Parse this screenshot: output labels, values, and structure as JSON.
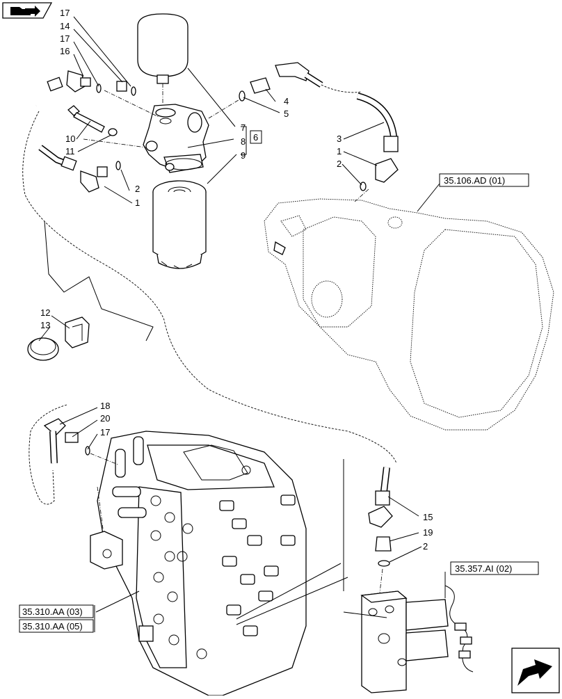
{
  "callouts": {
    "c17a": "17",
    "c14": "14",
    "c17b": "17",
    "c16": "16",
    "c10": "10",
    "c11": "11",
    "c2a": "2",
    "c1a": "1",
    "c4": "4",
    "c5": "5",
    "c3": "3",
    "c1b": "1",
    "c2b": "2",
    "c7": "7",
    "c8": "8",
    "c9": "9",
    "c6": "6",
    "c12": "12",
    "c13": "13",
    "c18": "18",
    "c20": "20",
    "c17c": "17",
    "c15": "15",
    "c19": "19",
    "c2c": "2"
  },
  "refs": {
    "transmission": "35.106.AD (01)",
    "valve_a": "35.310.AA (03)",
    "valve_b": "35.310.AA (05)",
    "block": "35.357.AI (02)"
  },
  "icons": {
    "top_left": "folder-arrow-icon",
    "bottom_right": "next-page-arrow-icon"
  }
}
